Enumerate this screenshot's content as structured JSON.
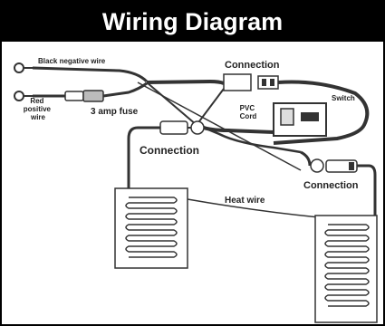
{
  "title": "Wiring Diagram",
  "labels": {
    "black_negative_wire": "Black negative wire",
    "red_positive_wire": [
      "Red",
      "positive",
      "wire"
    ],
    "fuse": "3 amp fuse",
    "connection_top": "Connection",
    "switch": "Switch",
    "pvc_cord": [
      "PVC",
      "Cord"
    ],
    "connection_left": "Connection",
    "connection_right": "Connection",
    "heat_wire": "Heat wire"
  }
}
